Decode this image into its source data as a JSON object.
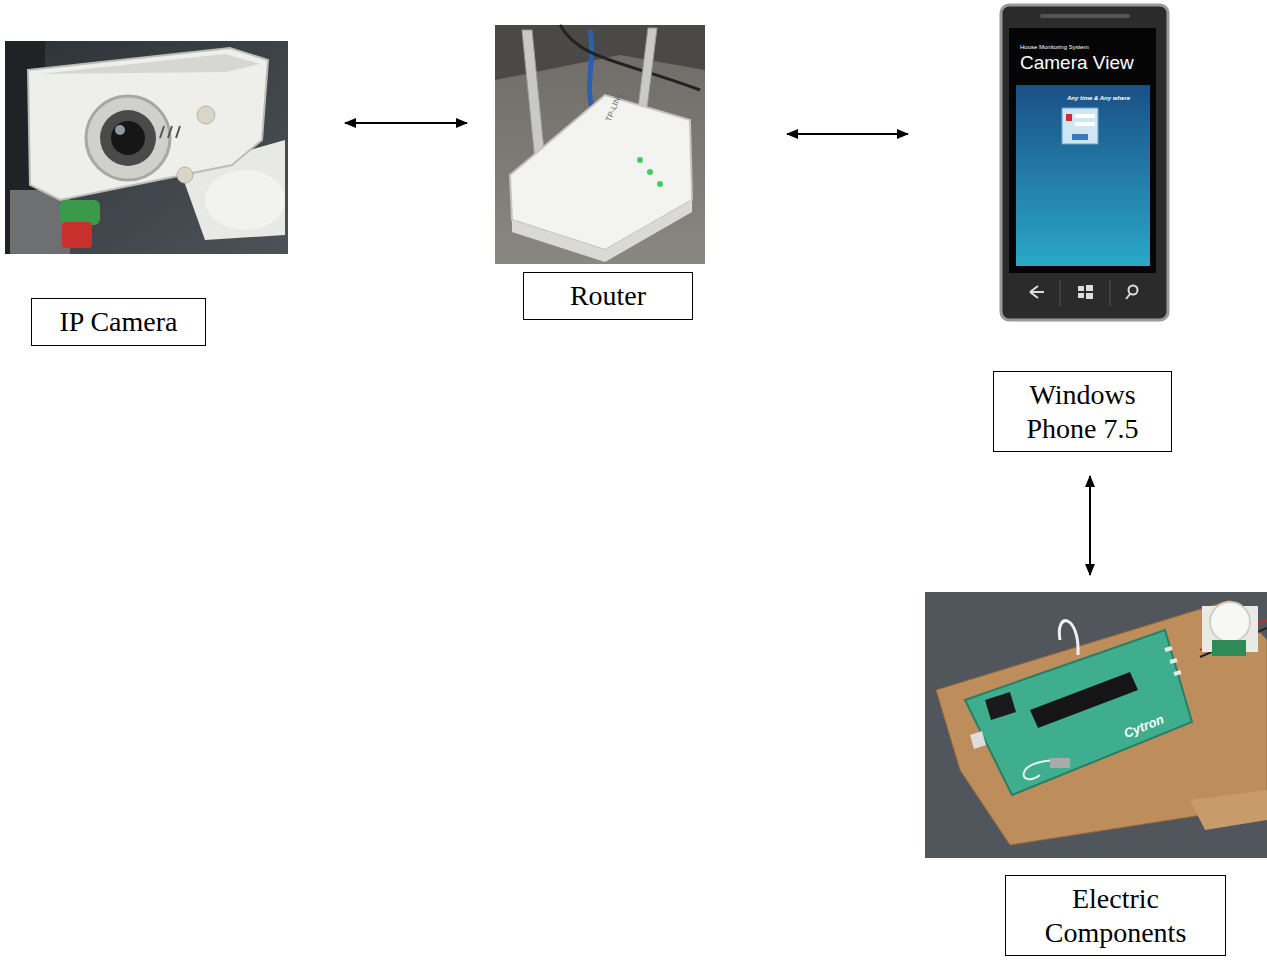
{
  "diagram": {
    "nodes": [
      {
        "text": [
          "IP Camera"
        ]
      },
      {
        "text": [
          "Router"
        ]
      },
      {
        "text": [
          "Windows Phone 7.5"
        ]
      },
      {
        "text": [
          "Electric Components"
        ]
      }
    ],
    "edges": [
      {
        "from": 0,
        "to": 1,
        "arrow": "both"
      },
      {
        "from": 1,
        "to": 2,
        "arrow": "both"
      },
      {
        "from": 2,
        "to": 3,
        "arrow": "both"
      }
    ],
    "labels": [
      "House Monitoring System",
      "Camera View",
      "Any time & Any where",
      "TP-LINK",
      "Cytron"
    ]
  }
}
